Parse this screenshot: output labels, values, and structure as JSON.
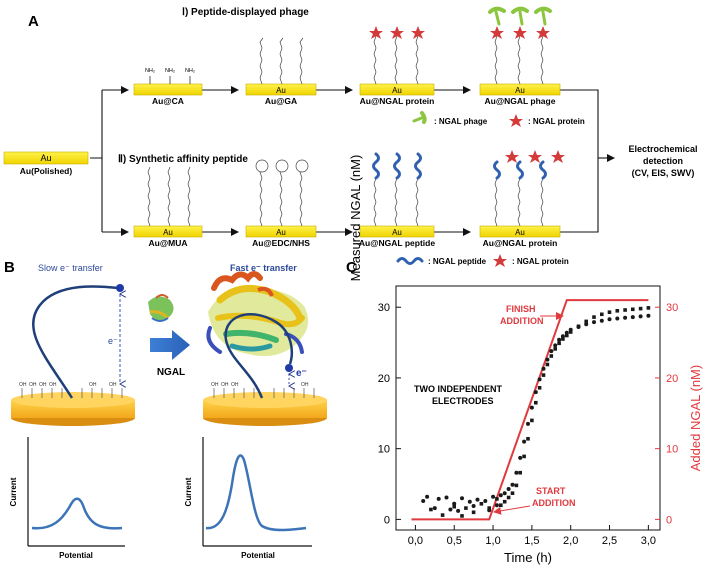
{
  "panel_a": {
    "letter": "A",
    "row1_title": "Ⅰ) Peptide-displayed phage",
    "row2_title": "Ⅱ) Synthetic affinity peptide",
    "start": {
      "plate": "Au",
      "caption": "Au(Polished)"
    },
    "row1_steps": [
      {
        "plate": "Au",
        "caption": "Au@CA"
      },
      {
        "plate": "Au",
        "caption": "Au@GA"
      },
      {
        "plate": "Au",
        "caption": "Au@NGAL  protein"
      },
      {
        "plate": "Au",
        "caption": "Au@NGAL  phage"
      }
    ],
    "row2_steps": [
      {
        "plate": "Au",
        "caption": "Au@MUA"
      },
      {
        "plate": "Au",
        "caption": "Au@EDC/NHS"
      },
      {
        "plate": "Au",
        "caption": "Au@NGAL  peptide"
      },
      {
        "plate": "Au",
        "caption": "Au@NGAL  protein"
      }
    ],
    "legend_row1": [
      ": NGAL phage",
      ": NGAL protein"
    ],
    "legend_row2": [
      ": NGAL peptide",
      ": NGAL protein"
    ],
    "molecule_labels": {
      "amine": "NH₂"
    },
    "detection": [
      "Electrochemical",
      "detection",
      "(CV, EIS, SWV)"
    ]
  },
  "panel_b": {
    "letter": "B",
    "slow_label": "Slow e⁻ transfer",
    "fast_label": "Fast e⁻ transfer",
    "electron": "e⁻",
    "arrow_label": "NGAL",
    "oh": "OH",
    "plot_ylabel": "Current",
    "plot_xlabel": "Potential"
  },
  "panel_c": {
    "letter": "C",
    "annotations": {
      "finish": [
        "FINISH",
        "ADDITION"
      ],
      "start": [
        "START",
        "ADDITION"
      ],
      "electrodes": [
        "TWO INDEPENDENT",
        "ELECTRODES"
      ]
    },
    "colors": {
      "measured": "#1a1a1a",
      "added": "#e0393e"
    }
  },
  "chart_data": {
    "type": "scatter",
    "xlabel": "Time (h)",
    "ylabel": "Measured NGAL (nM)",
    "y2label": "Added NGAL (nM)",
    "xlim": [
      -0.25,
      3.15
    ],
    "ylim": [
      -1.5,
      33
    ],
    "x_ticks": [
      "0,0",
      "0,5",
      "1,0",
      "1,5",
      "2,0",
      "2,5",
      "3,0"
    ],
    "y_ticks": [
      "0",
      "10",
      "20",
      "30"
    ],
    "y2_ticks": [
      "0",
      "10",
      "20",
      "30"
    ],
    "series": [
      {
        "points": [
          [
            0.1,
            2.6
          ],
          [
            0.15,
            3.2
          ],
          [
            0.25,
            1.6
          ],
          [
            0.3,
            2.9
          ],
          [
            0.4,
            3.1
          ],
          [
            0.45,
            1.4
          ],
          [
            0.5,
            2.2
          ],
          [
            0.55,
            1.2
          ],
          [
            0.6,
            3.0
          ],
          [
            0.7,
            2.5
          ],
          [
            0.75,
            1.9
          ],
          [
            0.8,
            2.8
          ],
          [
            0.9,
            2.6
          ],
          [
            0.95,
            1.3
          ],
          [
            1.0,
            3.2
          ],
          [
            1.05,
            2.0
          ],
          [
            1.1,
            3.4
          ],
          [
            1.15,
            3.7
          ],
          [
            1.2,
            4.3
          ],
          [
            1.25,
            4.9
          ],
          [
            1.3,
            6.6
          ],
          [
            1.35,
            8.7
          ],
          [
            1.4,
            11.0
          ],
          [
            1.45,
            13.5
          ],
          [
            1.5,
            15.8
          ],
          [
            1.55,
            18.0
          ],
          [
            1.6,
            19.8
          ],
          [
            1.65,
            21.3
          ],
          [
            1.7,
            22.6
          ],
          [
            1.75,
            23.8
          ],
          [
            1.8,
            24.6
          ],
          [
            1.85,
            25.4
          ],
          [
            1.9,
            25.9
          ],
          [
            1.95,
            26.4
          ],
          [
            2.0,
            26.8
          ],
          [
            2.1,
            27.2
          ],
          [
            2.2,
            27.6
          ],
          [
            2.3,
            27.9
          ],
          [
            2.4,
            28.1
          ],
          [
            2.5,
            28.3
          ],
          [
            2.6,
            28.4
          ],
          [
            2.7,
            28.5
          ],
          [
            2.8,
            28.6
          ],
          [
            2.9,
            28.7
          ],
          [
            3.0,
            28.8
          ]
        ]
      },
      {
        "points": [
          [
            0.2,
            1.4
          ],
          [
            0.35,
            0.6
          ],
          [
            0.5,
            1.8
          ],
          [
            0.6,
            0.5
          ],
          [
            0.65,
            1.6
          ],
          [
            0.75,
            1.0
          ],
          [
            0.85,
            2.2
          ],
          [
            0.95,
            1.6
          ],
          [
            1.05,
            2.9
          ],
          [
            1.1,
            2.0
          ],
          [
            1.15,
            2.5
          ],
          [
            1.2,
            3.1
          ],
          [
            1.25,
            3.7
          ],
          [
            1.3,
            4.8
          ],
          [
            1.35,
            6.6
          ],
          [
            1.4,
            8.9
          ],
          [
            1.45,
            11.4
          ],
          [
            1.5,
            14.0
          ],
          [
            1.55,
            16.5
          ],
          [
            1.6,
            18.6
          ],
          [
            1.65,
            20.4
          ],
          [
            1.7,
            21.9
          ],
          [
            1.75,
            23.1
          ],
          [
            1.8,
            24.1
          ],
          [
            1.85,
            24.9
          ],
          [
            1.9,
            25.5
          ],
          [
            1.95,
            26.0
          ],
          [
            2.0,
            26.5
          ],
          [
            2.1,
            27.3
          ],
          [
            2.2,
            28.0
          ],
          [
            2.3,
            28.6
          ],
          [
            2.4,
            29.0
          ],
          [
            2.5,
            29.3
          ],
          [
            2.6,
            29.5
          ],
          [
            2.7,
            29.6
          ],
          [
            2.8,
            29.7
          ],
          [
            2.9,
            29.8
          ],
          [
            3.0,
            29.9
          ]
        ]
      }
    ],
    "added_line": [
      [
        -0.05,
        0
      ],
      [
        0.95,
        0
      ],
      [
        1.95,
        31
      ],
      [
        3.0,
        31
      ]
    ]
  }
}
